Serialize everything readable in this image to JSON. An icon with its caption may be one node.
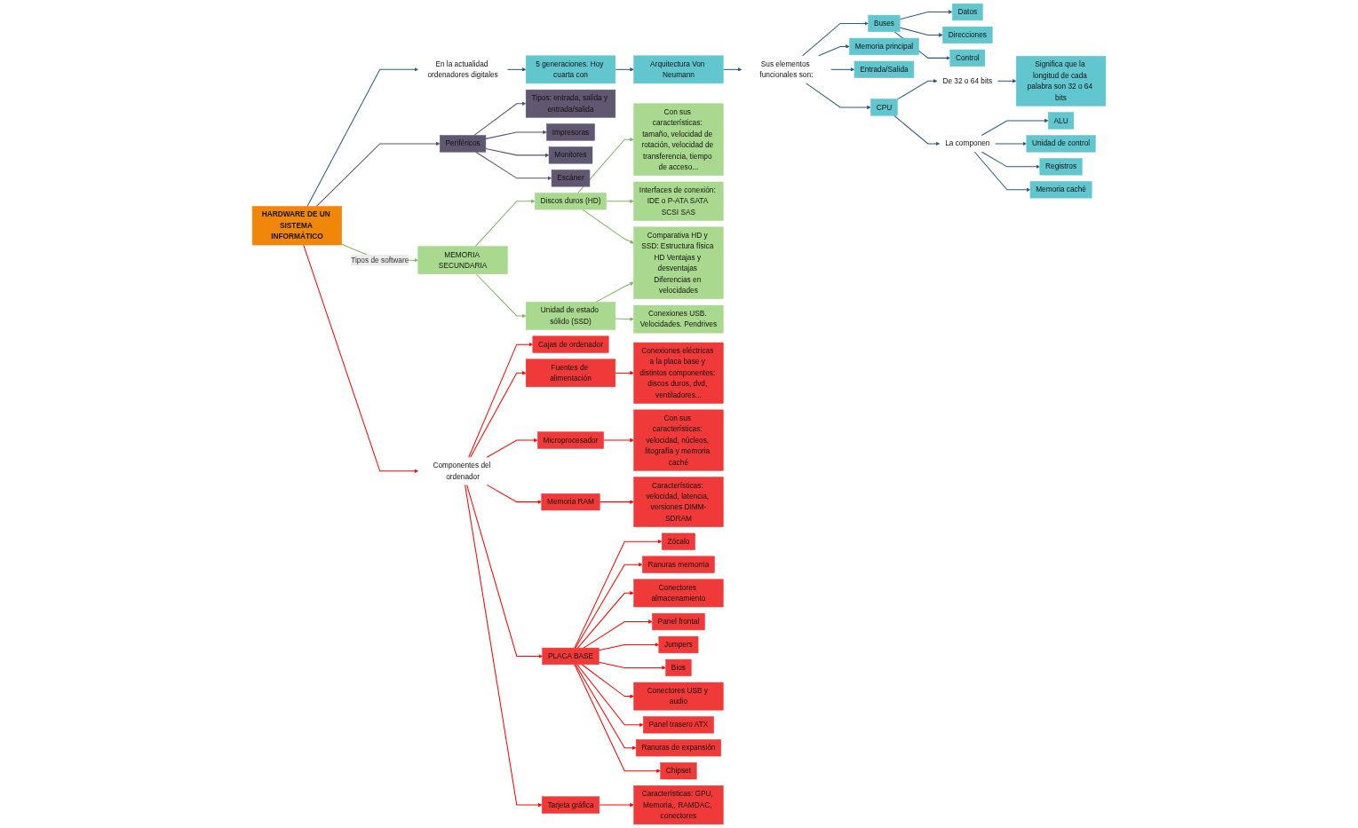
{
  "diagram": {
    "nodes": [
      {
        "text": [
          "HARDWARE DE UN SISTEMA INFORMÁTICO"
        ]
      },
      {
        "text": [
          "En la actualidad ordenadores digitales"
        ]
      },
      {
        "text": [
          "5 generaciones. Hoy cuarta con"
        ]
      },
      {
        "text": [
          "Arquitectura Von Neumann"
        ]
      },
      {
        "text": [
          "Sus elementos funcionales son:"
        ]
      },
      {
        "text": [
          "CPU"
        ]
      },
      {
        "text": [
          "Memoria principal"
        ]
      },
      {
        "text": [
          "Entrada/Salida"
        ]
      },
      {
        "text": [
          "Buses"
        ]
      },
      {
        "text": [
          "Datos"
        ]
      },
      {
        "text": [
          "Direcciones"
        ]
      },
      {
        "text": [
          "Control"
        ]
      },
      {
        "text": [
          "De 32 o 64 bits"
        ]
      },
      {
        "text": [
          "La componen"
        ]
      },
      {
        "text": [
          "ALU"
        ]
      },
      {
        "text": [
          "Unidad de control"
        ]
      },
      {
        "text": [
          "Registros"
        ]
      },
      {
        "text": [
          "Memoria caché"
        ]
      },
      {
        "text": [
          "Significa que la longitud de cada palabra son 32 o 64 bits"
        ]
      },
      {
        "text": [
          "MEMORIA SECUNDARIA"
        ]
      },
      {
        "text": [
          "Discos duros (HD)"
        ]
      },
      {
        "text": [
          "Unidad de estado sólido (SSD)"
        ]
      },
      {
        "text": [
          "Con sus características: tamaño, velocidad de rotación, velocidad de transferencia, tiempo de acceso..."
        ]
      },
      {
        "text": [
          "Interfaces de conexión: IDE o P-ATA SATA SCSI SAS"
        ]
      },
      {
        "text": [
          "Comparativa HD y SSD: Estructura física HD Ventajas y desventajas Diferencias en velocidades"
        ]
      },
      {
        "text": [
          "Conexiones USB. Velocidades. Pendrives"
        ]
      },
      {
        "text": [
          "Periféricos"
        ]
      },
      {
        "text": [
          "Tipos: entrada, salida y entrada/salida"
        ]
      },
      {
        "text": [
          "Impresoras"
        ]
      },
      {
        "text": [
          "Monitores"
        ]
      },
      {
        "text": [
          "Escáner"
        ]
      },
      {
        "text": [
          "Componentes del ordenador"
        ]
      },
      {
        "text": [
          "Cajas de ordenador"
        ]
      },
      {
        "text": [
          "Fuentes de alimentación"
        ]
      },
      {
        "text": [
          "Conexiones eléctricas a la placa base y distintos componentes: discos duros, dvd, ventiladores..."
        ]
      },
      {
        "text": [
          "Microprocesador"
        ]
      },
      {
        "text": [
          "Con sus características: velocidad, núcleos, litografía y memoria caché"
        ]
      },
      {
        "text": [
          "Memoria RAM"
        ]
      },
      {
        "text": [
          "Características: velocidad, latencia, versiones DIMM-SDRAM"
        ]
      },
      {
        "text": [
          "PLACA BASE"
        ]
      },
      {
        "text": [
          "Zócalo"
        ]
      },
      {
        "text": [
          "Ranuras memorria"
        ]
      },
      {
        "text": [
          "Conectores almacenamiento"
        ]
      },
      {
        "text": [
          "Panel frontal"
        ]
      },
      {
        "text": [
          "Jumpers"
        ]
      },
      {
        "text": [
          "Bios"
        ]
      },
      {
        "text": [
          "Conectores USB y audio"
        ]
      },
      {
        "text": [
          "Panel trasero ATX"
        ]
      },
      {
        "text": [
          "Ranuras de expansión"
        ]
      },
      {
        "text": [
          "Chipset"
        ]
      },
      {
        "text": [
          "Tarjeta gráfica"
        ]
      },
      {
        "text": [
          "Características: GPU, Memoria,, RAMDAC, conectores"
        ]
      }
    ],
    "edges": [
      {
        "from": 0,
        "to": 1,
        "arrow": "to",
        "color": "#2e5a7a"
      },
      {
        "from": 1,
        "to": 2,
        "arrow": "to",
        "color": "#2e5a7a"
      },
      {
        "from": 2,
        "to": 3,
        "arrow": "to",
        "color": "#2e5a7a"
      },
      {
        "from": 3,
        "to": 4,
        "arrow": "to",
        "color": "#2e5a7a"
      },
      {
        "from": 4,
        "to": 5,
        "arrow": "to",
        "color": "#2e5a7a"
      },
      {
        "from": 4,
        "to": 6,
        "arrow": "to",
        "color": "#2e5a7a"
      },
      {
        "from": 4,
        "to": 7,
        "arrow": "to",
        "color": "#2e5a7a"
      },
      {
        "from": 4,
        "to": 8,
        "arrow": "to",
        "color": "#2e5a7a"
      },
      {
        "from": 8,
        "to": 9,
        "arrow": "to",
        "color": "#2e5a7a"
      },
      {
        "from": 8,
        "to": 10,
        "arrow": "to",
        "color": "#2e5a7a"
      },
      {
        "from": 8,
        "to": 11,
        "arrow": "to",
        "color": "#2e5a7a"
      },
      {
        "from": 5,
        "to": 12,
        "arrow": "to",
        "color": "#2e5a7a"
      },
      {
        "from": 5,
        "to": 13,
        "arrow": "to",
        "color": "#2e5a7a"
      },
      {
        "from": 13,
        "to": 14,
        "arrow": "to",
        "color": "#2e5a7a"
      },
      {
        "from": 13,
        "to": 15,
        "arrow": "to",
        "color": "#2e5a7a"
      },
      {
        "from": 13,
        "to": 16,
        "arrow": "to",
        "color": "#2e5a7a"
      },
      {
        "from": 13,
        "to": 17,
        "arrow": "to",
        "color": "#2e5a7a"
      },
      {
        "from": 12,
        "to": 18,
        "arrow": "to",
        "color": "#2e5a7a"
      },
      {
        "from": 0,
        "to": 19,
        "label": "Tipos de software",
        "arrow": "to",
        "color": "#82b366"
      },
      {
        "from": 19,
        "to": 20,
        "arrow": "to",
        "color": "#82b366"
      },
      {
        "from": 19,
        "to": 21,
        "arrow": "to",
        "color": "#82b366"
      },
      {
        "from": 20,
        "to": 22,
        "arrow": "to",
        "color": "#82b366"
      },
      {
        "from": 20,
        "to": 23,
        "arrow": "to",
        "color": "#82b366"
      },
      {
        "from": 20,
        "to": 24,
        "arrow": "to",
        "color": "#82b366"
      },
      {
        "from": 21,
        "to": 24,
        "arrow": "to",
        "color": "#82b366"
      },
      {
        "from": 21,
        "to": 25,
        "arrow": "to",
        "color": "#82b366"
      },
      {
        "from": 0,
        "to": 26,
        "arrow": "to",
        "color": "#5a5068"
      },
      {
        "from": 26,
        "to": 27,
        "arrow": "to",
        "color": "#5a5068"
      },
      {
        "from": 26,
        "to": 28,
        "arrow": "to",
        "color": "#5a5068"
      },
      {
        "from": 26,
        "to": 29,
        "arrow": "to",
        "color": "#5a5068"
      },
      {
        "from": 26,
        "to": 30,
        "arrow": "to",
        "color": "#5a5068"
      },
      {
        "from": 0,
        "to": 31,
        "arrow": "to"
      },
      {
        "from": 31,
        "to": 32,
        "arrow": "to"
      },
      {
        "from": 31,
        "to": 33,
        "arrow": "to"
      },
      {
        "from": 33,
        "to": 34,
        "arrow": "to"
      },
      {
        "from": 31,
        "to": 35,
        "arrow": "to"
      },
      {
        "from": 35,
        "to": 36,
        "arrow": "to"
      },
      {
        "from": 31,
        "to": 37,
        "arrow": "to"
      },
      {
        "from": 37,
        "to": 38,
        "arrow": "to"
      },
      {
        "from": 31,
        "to": 39,
        "arrow": "to"
      },
      {
        "from": 39,
        "to": 40,
        "arrow": "to"
      },
      {
        "from": 39,
        "to": 41,
        "arrow": "to"
      },
      {
        "from": 39,
        "to": 42,
        "arrow": "to"
      },
      {
        "from": 39,
        "to": 43,
        "arrow": "to"
      },
      {
        "from": 39,
        "to": 44,
        "arrow": "to"
      },
      {
        "from": 39,
        "to": 45,
        "arrow": "to"
      },
      {
        "from": 39,
        "to": 46,
        "arrow": "to"
      },
      {
        "from": 39,
        "to": 47,
        "arrow": "to"
      },
      {
        "from": 39,
        "to": 48,
        "arrow": "to"
      },
      {
        "from": 39,
        "to": 49,
        "arrow": "to"
      },
      {
        "from": 31,
        "to": 50,
        "arrow": "to"
      },
      {
        "from": 50,
        "to": 51,
        "arrow": "to"
      }
    ]
  }
}
